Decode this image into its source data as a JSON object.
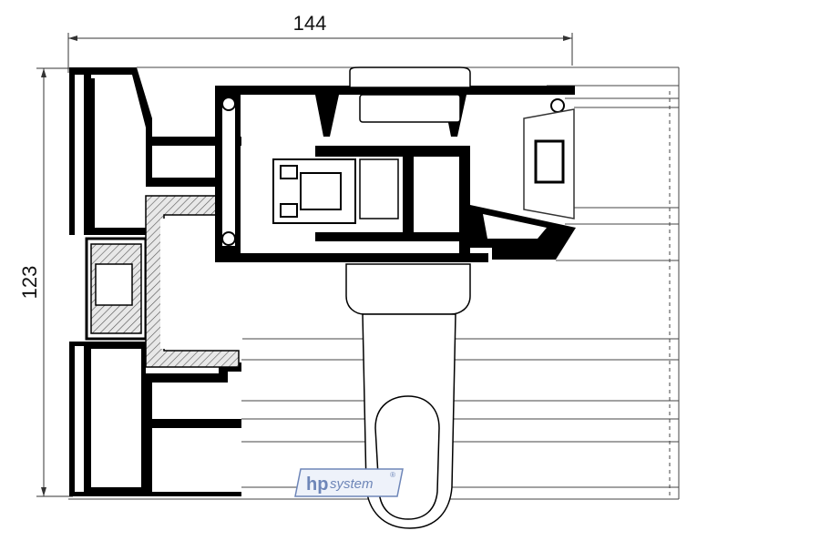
{
  "dimensions": {
    "width_label": "144",
    "height_label": "123"
  },
  "logo": {
    "brand_main": "hp",
    "brand_sub": "system",
    "registered_mark": "®"
  },
  "colors": {
    "profile": "#000000",
    "line": "#333333",
    "thermal_break": "#d9d9d9",
    "logo": "#6e86b8"
  }
}
